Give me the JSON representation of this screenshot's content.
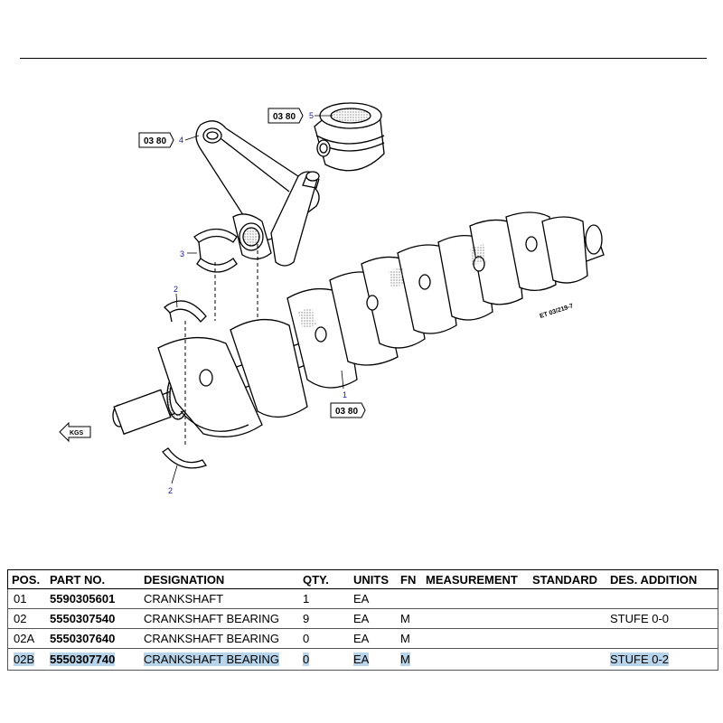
{
  "diagram": {
    "callouts": {
      "c1": "1",
      "c2a": "2",
      "c2b": "2",
      "c3": "3",
      "c4": "4",
      "c5": "5"
    },
    "ref_boxes": {
      "r1": "03 80",
      "r2": "03 80",
      "r3": "03 80"
    },
    "kgs_label": "KGS",
    "drawing_code": "ET 03/219-7"
  },
  "table": {
    "headers": [
      "POS.",
      "PART NO.",
      "DESIGNATION",
      "QTY.",
      "UNITS",
      "FN",
      "MEASUREMENT",
      "STANDARD",
      "DES. ADDITION"
    ],
    "rows": [
      {
        "pos": "01",
        "part_no": "5590305601",
        "designation": "CRANKSHAFT",
        "qty": "1",
        "units": "EA",
        "fn": "",
        "measurement": "",
        "standard": "",
        "addition": ""
      },
      {
        "pos": "02",
        "part_no": "5550307540",
        "designation": "CRANKSHAFT BEARING",
        "qty": "9",
        "units": "EA",
        "fn": "M",
        "measurement": "",
        "standard": "",
        "addition": "STUFE 0-0"
      },
      {
        "pos": "02A",
        "part_no": "5550307640",
        "designation": "CRANKSHAFT BEARING",
        "qty": "0",
        "units": "EA",
        "fn": "M",
        "measurement": "",
        "standard": "",
        "addition": ""
      },
      {
        "pos": "02B",
        "part_no": "5550307740",
        "designation": "CRANKSHAFT BEARING",
        "qty": "0",
        "units": "EA",
        "fn": "M",
        "measurement": "",
        "standard": "",
        "addition": "STUFE 0-2"
      }
    ],
    "selected_row_highlight": "#b7d4ea"
  }
}
